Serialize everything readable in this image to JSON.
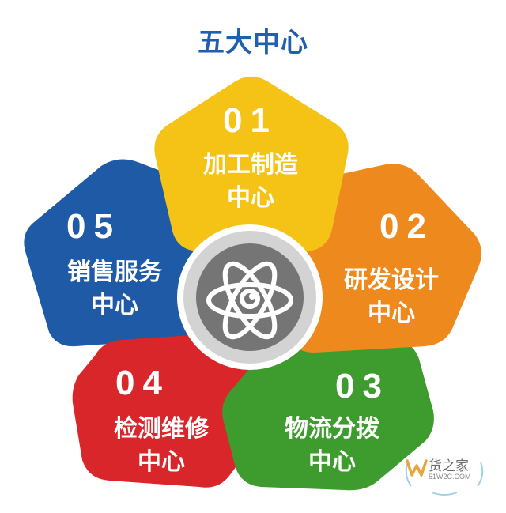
{
  "title": "五大中心",
  "petals": [
    {
      "num": "01",
      "line1": "加工制造",
      "line2": "中心",
      "color": "#f5c316"
    },
    {
      "num": "02",
      "line1": "研发设计",
      "line2": "中心",
      "color": "#ee8a1d"
    },
    {
      "num": "03",
      "line1": "物流分拨",
      "line2": "中心",
      "color": "#3e9c2e"
    },
    {
      "num": "04",
      "line1": "检测维修",
      "line2": "中心",
      "color": "#d9262a"
    },
    {
      "num": "05",
      "line1": "销售服务",
      "line2": "中心",
      "color": "#1f5aa6"
    }
  ],
  "center": {
    "ring_color": "#d3d3d3",
    "disc_color": "#757575",
    "icon": "atom-icon"
  },
  "watermark": {
    "brand": "货之家",
    "domain": "51W2C.COM",
    "icon": "w-logo-icon"
  }
}
